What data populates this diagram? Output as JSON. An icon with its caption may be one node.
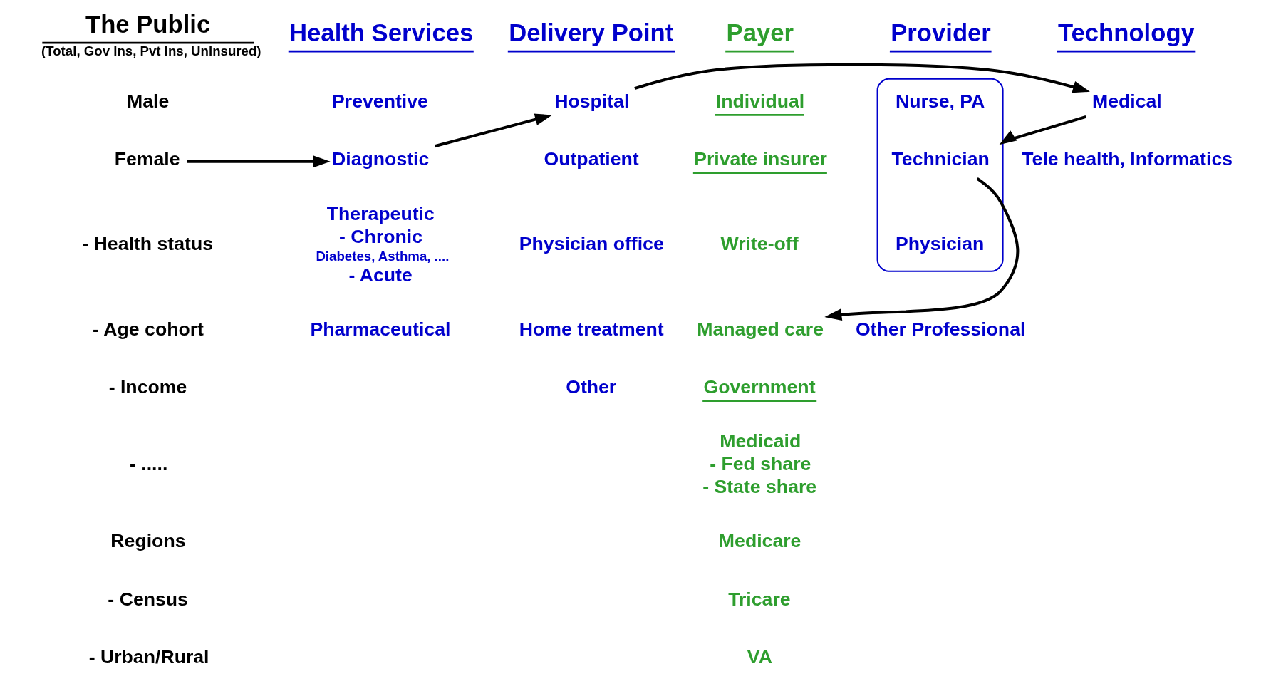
{
  "diagram": {
    "nodes": [
      {
        "text": [
          "The Public",
          "(Total, Gov Ins, Pvt Ins, Uninsured)"
        ]
      },
      {
        "text": [
          "Male"
        ]
      },
      {
        "text": [
          "Female"
        ]
      },
      {
        "text": [
          "- Health status"
        ]
      },
      {
        "text": [
          "- Age cohort"
        ]
      },
      {
        "text": [
          "- Income"
        ]
      },
      {
        "text": [
          "- ....."
        ]
      },
      {
        "text": [
          "Regions"
        ]
      },
      {
        "text": [
          "- Census"
        ]
      },
      {
        "text": [
          "- Urban/Rural"
        ]
      },
      {
        "text": [
          "Health Services"
        ]
      },
      {
        "text": [
          "Preventive"
        ]
      },
      {
        "text": [
          "Diagnostic"
        ]
      },
      {
        "text": [
          "Therapeutic",
          "- Chronic",
          "Diabetes, Asthma, ....",
          "- Acute"
        ]
      },
      {
        "text": [
          "Pharmaceutical"
        ]
      },
      {
        "text": [
          "Delivery Point"
        ]
      },
      {
        "text": [
          "Hospital"
        ]
      },
      {
        "text": [
          "Outpatient"
        ]
      },
      {
        "text": [
          "Physician office"
        ]
      },
      {
        "text": [
          "Home treatment"
        ]
      },
      {
        "text": [
          "Other"
        ]
      },
      {
        "text": [
          "Technology"
        ]
      },
      {
        "text": [
          "Medical"
        ]
      },
      {
        "text": [
          "Tele health, Informatics"
        ]
      },
      {
        "text": [
          "Provider"
        ]
      },
      {
        "text": [],
        "shape": "brace"
      },
      {
        "text": [
          "Nurse, PA"
        ],
        "in": 25
      },
      {
        "text": [
          "Technician"
        ],
        "in": 25
      },
      {
        "text": [
          "Physician"
        ],
        "in": 25
      },
      {
        "text": [
          "Other Professional"
        ]
      },
      {
        "text": [
          "Payer"
        ]
      },
      {
        "text": [
          "Individual"
        ]
      },
      {
        "text": [
          "Private insurer"
        ]
      },
      {
        "text": [
          "Write-off"
        ]
      },
      {
        "text": [
          "Managed care"
        ]
      },
      {
        "text": [
          "Government"
        ]
      },
      {
        "text": [
          "Medicaid",
          "- Fed share",
          "- State share"
        ]
      },
      {
        "text": [
          "Medicare"
        ]
      },
      {
        "text": [
          "Tricare"
        ]
      },
      {
        "text": [
          "VA"
        ]
      }
    ],
    "edges": [
      {
        "from": 2,
        "to": 12,
        "arrow": "to"
      },
      {
        "from": 12,
        "to": 16,
        "arrow": "to"
      },
      {
        "from": 16,
        "to": 22,
        "arrow": "to"
      },
      {
        "from": 22,
        "to": 25,
        "arrow": "to"
      },
      {
        "from": 27,
        "to": 34,
        "arrow": "to"
      }
    ]
  }
}
